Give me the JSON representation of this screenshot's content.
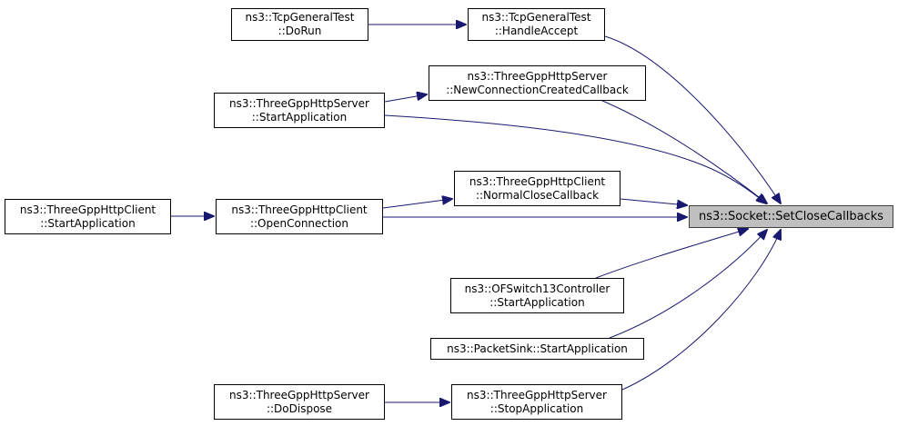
{
  "diagram": {
    "type": "call-graph",
    "colors": {
      "edge": "#191970",
      "node_border": "#000000",
      "node_fill": "#ffffff",
      "target_fill": "#bfbfbf",
      "target_border": "#404040"
    },
    "nodes": {
      "tcp_run": {
        "line1": "ns3::TcpGeneralTest",
        "line2": "::DoRun"
      },
      "tcp_accept": {
        "line1": "ns3::TcpGeneralTest",
        "line2": "::HandleAccept"
      },
      "server_newconn": {
        "line1": "ns3::ThreeGppHttpServer",
        "line2": "::NewConnectionCreatedCallback"
      },
      "server_start": {
        "line1": "ns3::ThreeGppHttpServer",
        "line2": "::StartApplication"
      },
      "client_normalclose": {
        "line1": "ns3::ThreeGppHttpClient",
        "line2": "::NormalCloseCallback"
      },
      "client_start": {
        "line1": "ns3::ThreeGppHttpClient",
        "line2": "::StartApplication"
      },
      "client_open": {
        "line1": "ns3::ThreeGppHttpClient",
        "line2": "::OpenConnection"
      },
      "target": {
        "line1": "ns3::Socket::SetCloseCallbacks"
      },
      "ofswitch": {
        "line1": "ns3::OFSwitch13Controller",
        "line2": "::StartApplication"
      },
      "packetsink": {
        "line1": "ns3::PacketSink::StartApplication"
      },
      "server_dispose": {
        "line1": "ns3::ThreeGppHttpServer",
        "line2": "::DoDispose"
      },
      "server_stop": {
        "line1": "ns3::ThreeGppHttpServer",
        "line2": "::StopApplication"
      }
    },
    "edges": [
      {
        "from": "tcp_run",
        "to": "tcp_accept"
      },
      {
        "from": "tcp_accept",
        "to": "target"
      },
      {
        "from": "server_start",
        "to": "server_newconn"
      },
      {
        "from": "server_newconn",
        "to": "target"
      },
      {
        "from": "server_start",
        "to": "target"
      },
      {
        "from": "client_start",
        "to": "client_open"
      },
      {
        "from": "client_open",
        "to": "client_normalclose"
      },
      {
        "from": "client_normalclose",
        "to": "target"
      },
      {
        "from": "client_open",
        "to": "target"
      },
      {
        "from": "ofswitch",
        "to": "target"
      },
      {
        "from": "packetsink",
        "to": "target"
      },
      {
        "from": "server_stop",
        "to": "target"
      },
      {
        "from": "server_dispose",
        "to": "server_stop"
      }
    ]
  }
}
